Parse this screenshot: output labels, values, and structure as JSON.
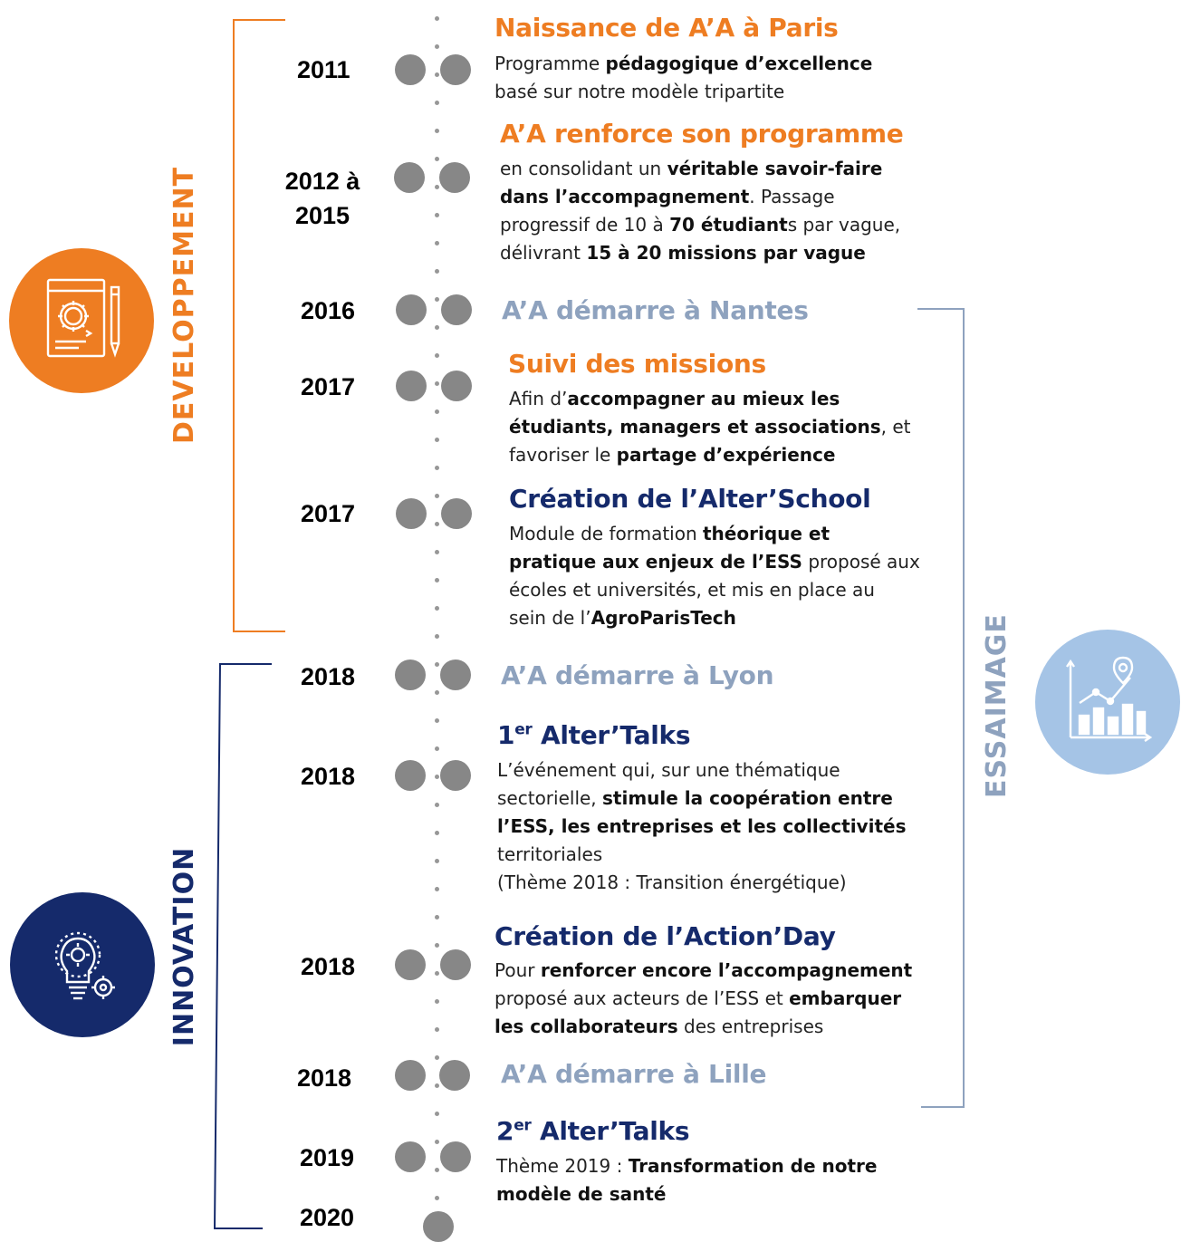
{
  "phases": {
    "development": {
      "label": "DEVELOPPEMENT",
      "color": "#ee7d22"
    },
    "innovation": {
      "label": "INNOVATION",
      "color": "#152a6b"
    },
    "essaimage": {
      "label": "ESSAIMAGE",
      "color": "#8ea2be"
    }
  },
  "icons": {
    "development": "design-gear-pencil-icon",
    "innovation": "lightbulb-gears-icon",
    "essaimage": "growth-chart-location-icon"
  },
  "timeline": [
    {
      "year": "2011",
      "title": "Naissance de A’A à Paris",
      "lines": [
        [
          [
            "Programme ",
            false
          ],
          [
            "pédagogique d’excellence",
            true
          ]
        ],
        [
          [
            "basé sur notre modèle tripartite",
            false
          ]
        ]
      ]
    },
    {
      "year_lines": [
        "2012 à",
        "2015"
      ],
      "title": "A’A renforce son programme",
      "lines": [
        [
          [
            "en consolidant un ",
            false
          ],
          [
            "véritable savoir-faire",
            true
          ]
        ],
        [
          [
            "dans l’accompagnement",
            true
          ],
          [
            ". Passage",
            false
          ]
        ],
        [
          [
            "progressif de 10 à ",
            false
          ],
          [
            "70 étudiant",
            true
          ],
          [
            "s par vague,",
            false
          ]
        ],
        [
          [
            "délivrant ",
            false
          ],
          [
            "15 à 20 missions par vague",
            true
          ]
        ]
      ]
    },
    {
      "year": "2016",
      "title": "A’A démarre à Nantes"
    },
    {
      "year": "2017",
      "title": "Suivi des missions",
      "lines": [
        [
          [
            "Afin d’",
            false
          ],
          [
            "accompagner au mieux les",
            true
          ]
        ],
        [
          [
            "étudiants, managers et associations",
            true
          ],
          [
            ", et",
            false
          ]
        ],
        [
          [
            "favoriser le ",
            false
          ],
          [
            "partage d’expérience",
            true
          ]
        ]
      ]
    },
    {
      "year": "2017",
      "title": "Création de l’Alter’School",
      "lines": [
        [
          [
            "Module de formation ",
            false
          ],
          [
            "théorique et",
            true
          ]
        ],
        [
          [
            "pratique aux enjeux de l’ESS",
            true
          ],
          [
            " proposé aux",
            false
          ]
        ],
        [
          [
            "écoles et universités, et mis en place au",
            false
          ]
        ],
        [
          [
            "sein de l’",
            false
          ],
          [
            "AgroParisTech",
            true
          ]
        ]
      ]
    },
    {
      "year": "2018",
      "title": "A’A démarre à Lyon"
    },
    {
      "year": "2018",
      "title_main": "1",
      "title_sup": "er",
      "title_rest": " Alter’Talks",
      "lines": [
        [
          [
            "L’événement qui, sur une thématique",
            false
          ]
        ],
        [
          [
            "sectorielle, ",
            false
          ],
          [
            "stimule la coopération entre",
            true
          ]
        ],
        [
          [
            "l’ESS, les entreprises et les collectivités",
            true
          ]
        ],
        [
          [
            "territoriales",
            false
          ]
        ],
        [
          [
            "(Thème 2018 : Transition énergétique)",
            false
          ]
        ]
      ]
    },
    {
      "year": "2018",
      "title": "Création de l’Action’Day",
      "lines": [
        [
          [
            "Pour ",
            false
          ],
          [
            "renforcer encore  l’accompagnement",
            true
          ]
        ],
        [
          [
            "proposé aux acteurs de l’ESS et ",
            false
          ],
          [
            "embarquer",
            true
          ]
        ],
        [
          [
            "les collaborateurs",
            true
          ],
          [
            " des entreprises",
            false
          ]
        ]
      ]
    },
    {
      "year": "2018",
      "title": "A’A démarre à Lille"
    },
    {
      "year": "2019",
      "title_main": "2",
      "title_sup": "er",
      "title_rest": " Alter’Talks",
      "lines": [
        [
          [
            "Thème 2019 : ",
            false
          ],
          [
            "Transformation de notre",
            true
          ]
        ],
        [
          [
            "modèle de santé",
            true
          ]
        ]
      ]
    },
    {
      "year": "2020"
    }
  ]
}
